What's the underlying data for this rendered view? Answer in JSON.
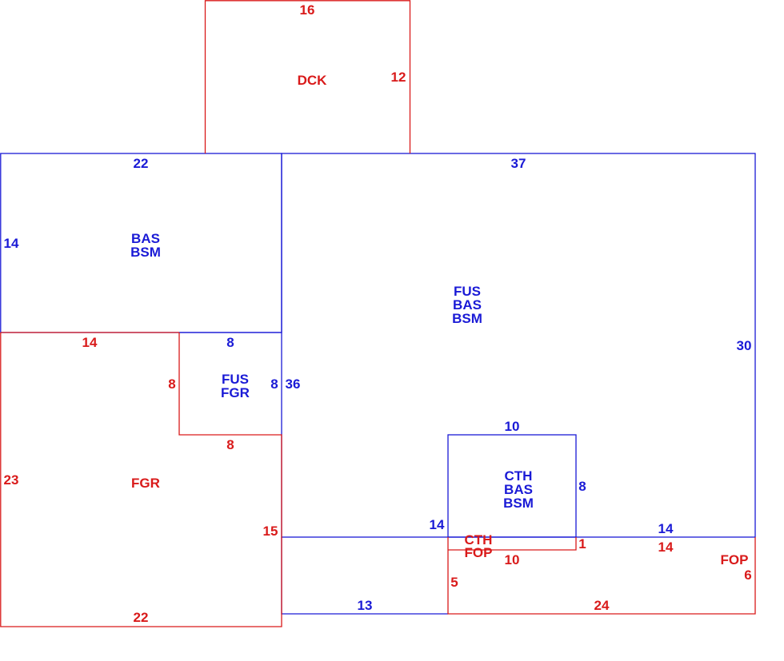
{
  "colors": {
    "blue": "#1a1ad6",
    "red": "#d91a1a"
  },
  "areas": {
    "dck": {
      "code": "DCK",
      "width": "16",
      "depth": "12"
    },
    "bas_left": {
      "codes": [
        "BAS",
        "BSM"
      ],
      "top": "22",
      "side": "14"
    },
    "fus_main": {
      "codes": [
        "FUS",
        "BAS",
        "BSM"
      ],
      "top": "37",
      "right": "30",
      "left": "36",
      "bottom": "13"
    },
    "fus_fgr": {
      "codes": [
        "FUS",
        "FGR"
      ],
      "top": "8",
      "right": "8"
    },
    "fgr": {
      "code": "FGR",
      "top": "14",
      "notch_side": "8",
      "notch_bottom": "8",
      "left": "23",
      "right": "15",
      "bottom": "22"
    },
    "cth": {
      "codes": [
        "CTH",
        "BAS",
        "BSM"
      ],
      "top": "10",
      "right": "8",
      "left": "14",
      "bottom_right": "14",
      "small": "1"
    },
    "cth_fop": {
      "codes": [
        "CTH",
        "FOP"
      ],
      "bottom": "10"
    },
    "fop": {
      "code": "FOP",
      "top": "14",
      "side": "6",
      "left": "5",
      "bottom": "24"
    }
  }
}
